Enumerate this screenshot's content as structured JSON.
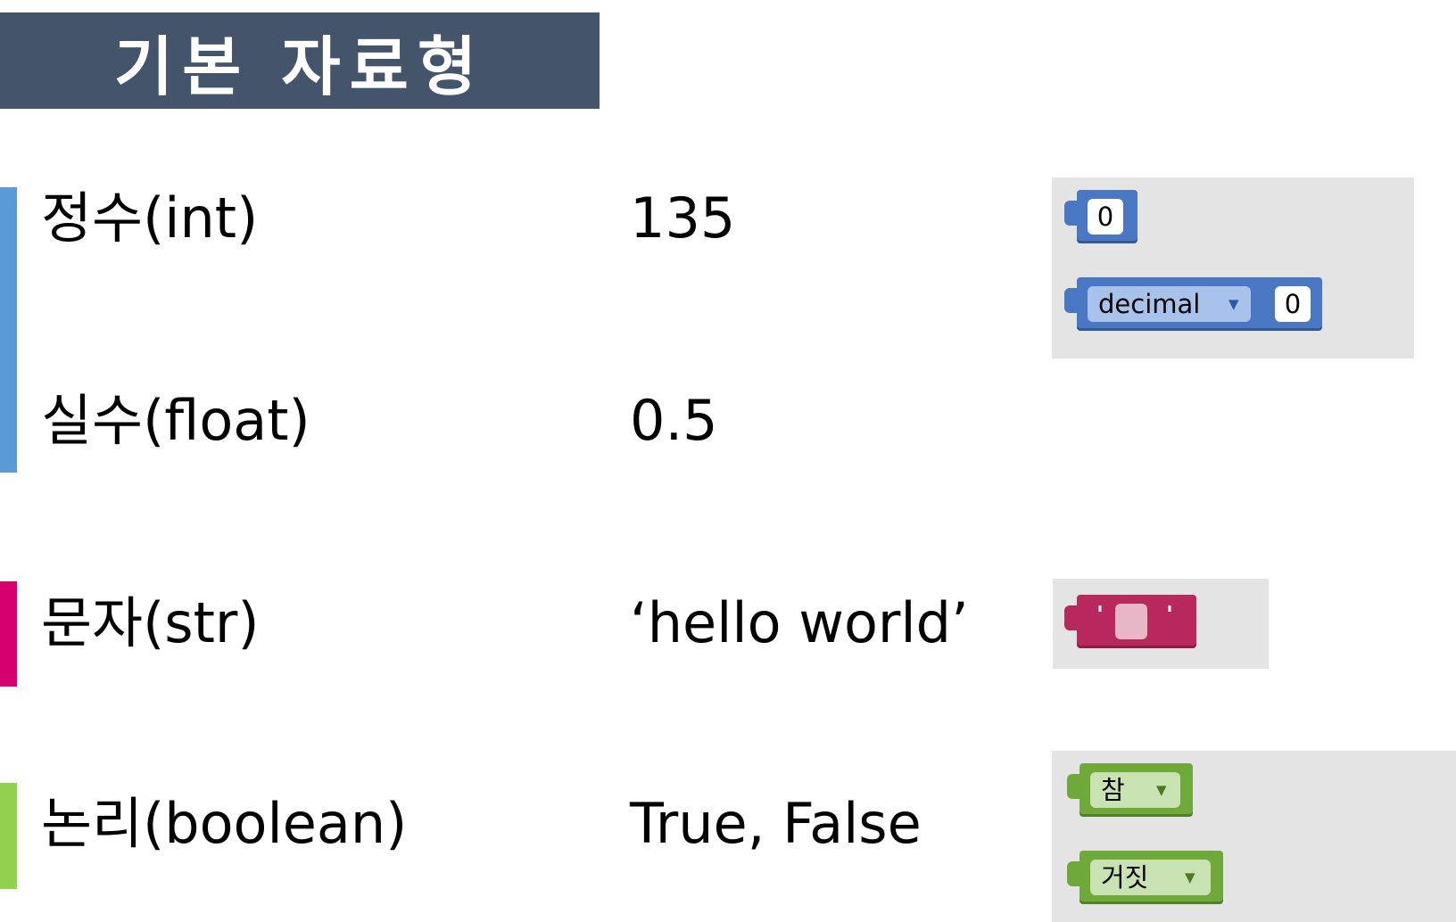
{
  "title": "기본 자료형",
  "colors": {
    "title_bg": "#44546a",
    "number_accent": "#5b9bd5",
    "string_accent": "#d6006e",
    "boolean_accent": "#92d050",
    "math_block": "#4a77c4",
    "text_block": "#b8285d",
    "logic_block": "#6fa93a",
    "panel_bg": "#e4e4e4"
  },
  "rows": {
    "int": {
      "label": "정수(int)",
      "example": "135"
    },
    "float": {
      "label": "실수(float)",
      "example": "0.5"
    },
    "str": {
      "label": "문자(str)",
      "example": "‘hello world’"
    },
    "bool": {
      "label": "논리(boolean)",
      "example": "True, False"
    }
  },
  "blocks": {
    "number": {
      "value": "0"
    },
    "base_number": {
      "base": "decimal",
      "value": "0",
      "dropdown_icon": "triangle-down-icon"
    },
    "text": {
      "open_quote": "'",
      "value": "",
      "close_quote": "'"
    },
    "bool_true": {
      "value": "참",
      "dropdown_icon": "triangle-down-icon"
    },
    "bool_false": {
      "value": "거짓",
      "dropdown_icon": "triangle-down-icon"
    }
  }
}
